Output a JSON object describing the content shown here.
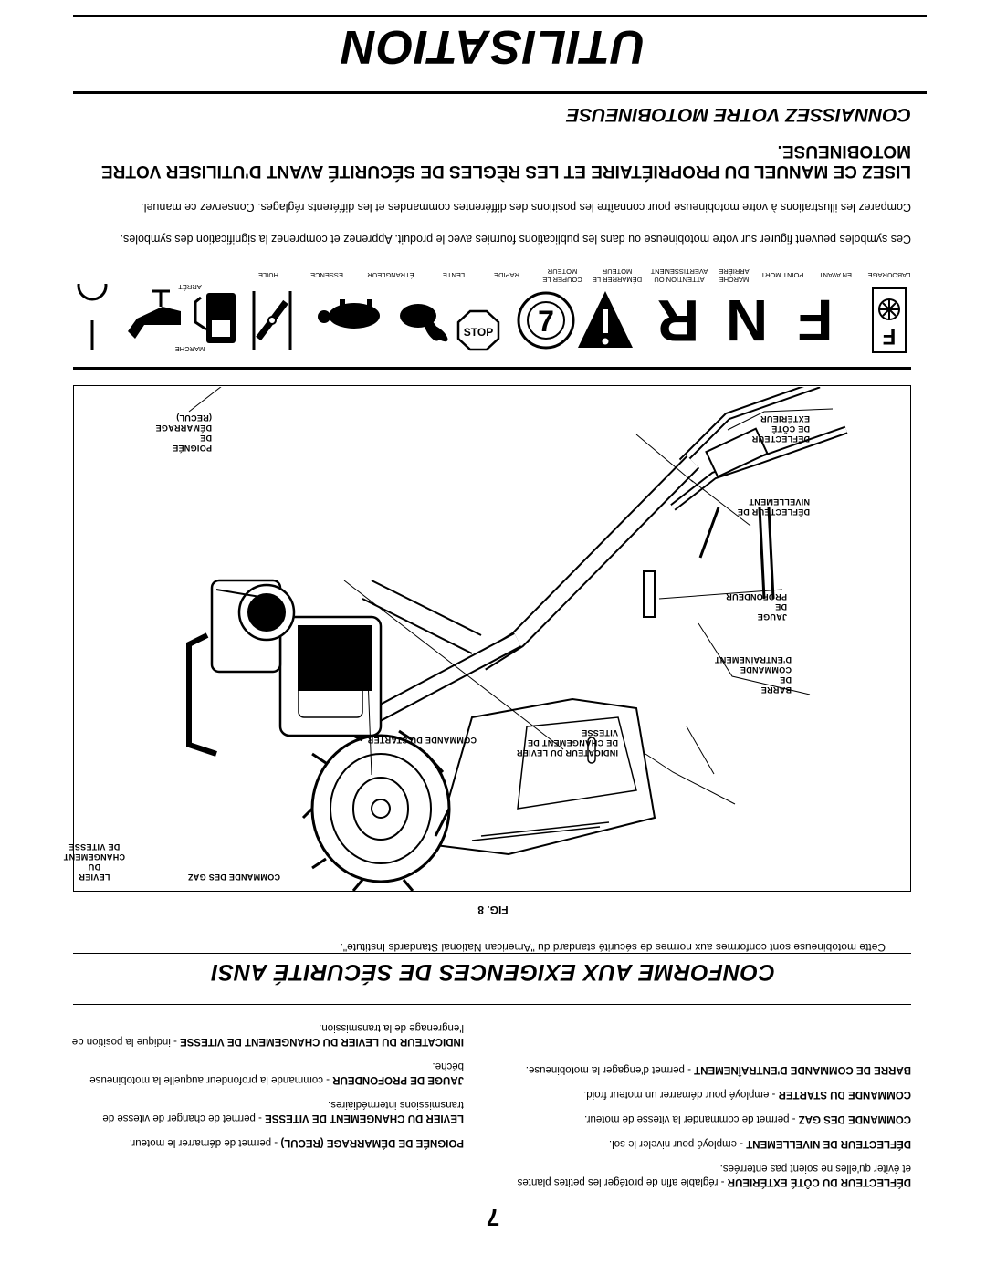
{
  "page_number": "7",
  "columns": {
    "left": [
      {
        "term": "DÉFLECTEUR DU CÔTÉ EXTÉRIEUR",
        "desc": " - réglable afin de protéger les petites plantes et éviter qu'elles ne soient pas enterrées."
      },
      {
        "term": "DÉFLECTEUR DE NIVELLEMENT",
        "desc": " - employé pour niveler le sol."
      },
      {
        "term": "COMMANDE DES GAZ",
        "desc": " - permet de commander la vitesse de moteur."
      },
      {
        "term": "COMMANDE DU STARTER",
        "desc": " - employé pour démarrer un moteur froid."
      },
      {
        "term": "BARRE DE COMMANDE D'ENTRAÎNEMENT",
        "desc": " - permet d'engager la motobineuse."
      }
    ],
    "right": [
      {
        "term": "POIGNÉE DE DÉMARRAGE (RECUL)",
        "desc": " - permet de démarrer le moteur."
      },
      {
        "term": "LEVIER DU CHANGEMENT DE VITESSE",
        "desc": " - permet de changer de vitesse de transmissions intermédiaires."
      },
      {
        "term": "JAUGE DE PROFONDEUR",
        "desc": " - commande la profondeur auquelle la motobineuse bêche."
      },
      {
        "term": "INDICATEUR DU LEVIER DU CHANGEMENT DE VITESSE",
        "desc": " - indique la position de l'engrenage de la transmission."
      }
    ]
  },
  "ansi": {
    "title": "CONFORME AUX EXIGENCES DE SÉCURITÉ ANSI",
    "text": "Cette motobineuse sont conformes aux normes de sécurité standard du \"American National Standards Institute\"."
  },
  "figure": {
    "label": "FIG. 8",
    "callouts": {
      "deflecteur_exterieur": [
        "DÉFLECTEUR",
        "DE CÔTÉ",
        "EXTÉRIEUR"
      ],
      "deflecteur_nivellement": [
        "DÉFLECTEUR DE",
        "NIVELLEMENT"
      ],
      "jauge_profondeur": [
        "JAUGE",
        "DE",
        "PROFONDEUR"
      ],
      "barre_commande": [
        "BARRE",
        "DE",
        "COMMANDE",
        "D'ENTRAÎNEMENT"
      ],
      "indicateur_levier": [
        "INDICATEUR DU LEVIER",
        "DE CHANGEMENT DE",
        "VITESSE"
      ],
      "commande_starter": [
        "COMMANDE DU STARTER"
      ],
      "levier_changement": [
        "LEVIER",
        "DU",
        "CHANGEMENT",
        "DE VITESSE"
      ],
      "commande_gaz": [
        "COMMANDE DES GAZ"
      ],
      "poignee_demarrage": [
        "POIGNÉE",
        "DE",
        "DÉMARRAGE",
        "(RECUL)"
      ]
    }
  },
  "symbols": [
    {
      "label": "LABOURAGE",
      "icon": "tilling-icon"
    },
    {
      "label": "F",
      "icon": "forward-letter-icon"
    },
    {
      "label": "EN AVANT",
      "icon": "forward-icon"
    },
    {
      "label": "N",
      "icon": "neutral-letter-icon"
    },
    {
      "label": "POINT MORT",
      "icon": "neutral-icon"
    },
    {
      "label": "R",
      "icon": "reverse-letter-icon"
    },
    {
      "label": "MARCHE ARRIÈRE",
      "icon": "reverse-icon"
    },
    {
      "label": "ATTENTION OU AVERTISSEMENT",
      "icon": "warning-icon"
    },
    {
      "label": "DÉMARRER LE MOTEUR",
      "icon": "engine-start-icon"
    },
    {
      "label": "COUPER LE MOTEUR",
      "icon": "stop-icon"
    },
    {
      "label": "STOP",
      "icon": "stop-text"
    },
    {
      "label": "RAPIDE",
      "icon": "rabbit-icon"
    },
    {
      "label": "LENTE",
      "icon": "turtle-icon"
    },
    {
      "label": "ÉTRANGLEUR",
      "icon": "choke-icon"
    },
    {
      "label": "ESSENCE",
      "icon": "fuel-icon"
    },
    {
      "label": "HUILE",
      "icon": "oil-icon"
    },
    {
      "label": "MARCHE",
      "icon": "on-icon"
    },
    {
      "label": "ARRÊT",
      "icon": "off-icon"
    }
  ],
  "intro": {
    "p1": "Ces symboles peuvent figurer sur votre motobineuse ou dans les publications fournies avec le produit. Apprenez et comprenez la signification des symboles.",
    "p2": "Comparez les illustrations à votre motobineuse pour connaître les positions des différentes commandes et les différents réglages. Conservez ce manuel."
  },
  "headings": {
    "lisez": "LISEZ CE MANUEL DU PROPRIÉTAIRE ET LES RÈGLES DE SÉCURITÉ AVANT D'UTILISER VOTRE MOTOBINEUSE.",
    "connaissez": "CONNAISSEZ VOTRE MOTOBINEUSE",
    "utilisation": "UTILISATION"
  }
}
